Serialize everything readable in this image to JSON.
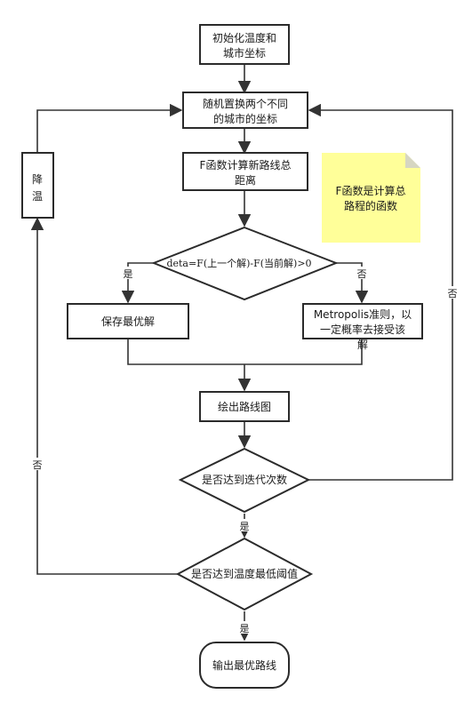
{
  "nodes": {
    "init": {
      "line1": "初始化温度和",
      "line2": "城市坐标"
    },
    "swap": {
      "line1": "随机置换两个不同",
      "line2": "的城市的坐标"
    },
    "compute": {
      "line1": "F函数计算新路线总",
      "line2": "距离"
    },
    "delta": {
      "text": "deta=F(上一个解)-F(当前解)>0"
    },
    "save": {
      "text": "保存最优解"
    },
    "metropolis": {
      "line1": "Metropolis准则，以",
      "line2": "一定概率去接受该",
      "line3": "解"
    },
    "draw": {
      "text": "绘出路线图"
    },
    "iter_check": {
      "text": "是否达到迭代次数"
    },
    "temp_check": {
      "text": "是否达到温度最低阈值"
    },
    "output": {
      "text": "输出最优路线"
    },
    "cool": {
      "line1": "降",
      "line2": "温"
    }
  },
  "note": {
    "line1": "F函数是计算总",
    "line2": "路程的函数",
    "color": "#ffff99"
  },
  "edge_labels": {
    "yes_left": "是",
    "no_right": "否",
    "no_iter": "否",
    "yes_iter": "是",
    "no_temp": "否",
    "yes_temp": "是"
  },
  "colors": {
    "stroke": "#2b2b2b",
    "note_fill": "#ffff99",
    "note_fold": "#d6d6c2"
  }
}
